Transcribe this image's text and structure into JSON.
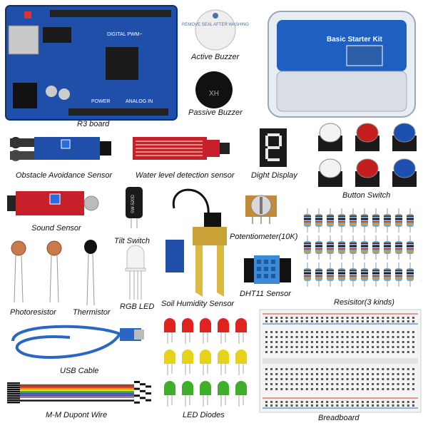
{
  "labels": {
    "r3_board": "R3 board",
    "active_buzzer": "Active Buzzer",
    "passive_buzzer": "Passive Buzzer",
    "obstacle": "Obstacle Avoidance Sensor",
    "water_level": "Water level detection sensor",
    "digit_display": "Dight Display",
    "button_switch": "Button Switch",
    "sound_sensor": "Sound Sensor",
    "tilt_switch": "Tilt Switch",
    "potentiometer": "Potentiometer(10K)",
    "photoresistor": "Photoresistor",
    "thermistor": "Thermistor",
    "rgb_led": "RGB LED",
    "soil_humidity": "Soil Humidity Sensor",
    "dht11": "DHT11 Sensor",
    "resistor": "Resisitor(3 kinds)",
    "usb_cable": "USB Cable",
    "dupont_wire": "M-M Dupont Wire",
    "led_diodes": "LED Diodes",
    "breadboard": "Breadboard"
  },
  "printed_text": {
    "buzzer_sticker": "REMOVE SEAL AFTER WASHING",
    "passive_marking": "XH",
    "box_title": "Basic Starter Kit",
    "board_power": "POWER",
    "board_analog": "ANALOG IN",
    "board_digital": "DIGITAL PWM~",
    "tilt_marking": "SW-520D"
  },
  "colors": {
    "board_blue": "#1f4fa8",
    "sensor_red": "#c8202a",
    "button_red": "#c41e1e",
    "button_blue": "#1d4fb0",
    "led_red": "#e0231f",
    "led_yellow": "#e6d21a",
    "led_green": "#3fae2a"
  }
}
